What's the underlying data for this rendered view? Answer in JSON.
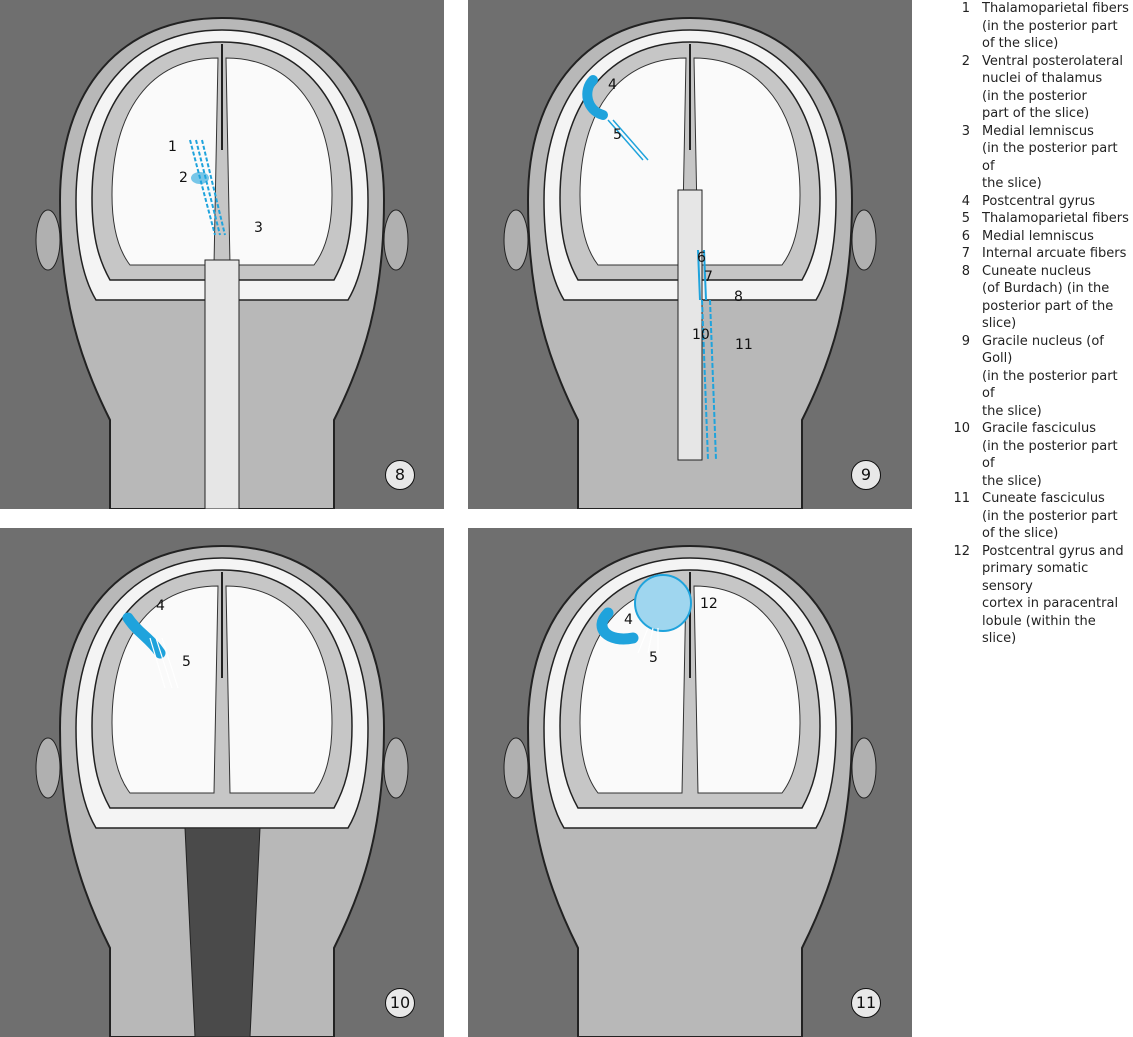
{
  "panels": [
    {
      "number": "8",
      "labels": [
        "1",
        "2",
        "3"
      ]
    },
    {
      "number": "9",
      "labels": [
        "4",
        "5",
        "6",
        "7",
        "8",
        "10",
        "11"
      ]
    },
    {
      "number": "10",
      "labels": [
        "4",
        "5"
      ]
    },
    {
      "number": "11",
      "labels": [
        "4",
        "5",
        "12"
      ]
    }
  ],
  "legend": [
    {
      "n": "1",
      "t": "Thalamoparietal fibers\n(in the posterior part\nof the slice)"
    },
    {
      "n": "2",
      "t": "Ventral posterolateral\nnuclei of thalamus\n(in the posterior\npart of the slice)"
    },
    {
      "n": "3",
      "t": "Medial lemniscus\n(in the posterior part of\nthe slice)"
    },
    {
      "n": "4",
      "t": "Postcentral gyrus"
    },
    {
      "n": "5",
      "t": "Thalamoparietal fibers"
    },
    {
      "n": "6",
      "t": "Medial lemniscus"
    },
    {
      "n": "7",
      "t": "Internal arcuate fibers"
    },
    {
      "n": "8",
      "t": "Cuneate nucleus\n(of Burdach) (in the\nposterior part of the slice)"
    },
    {
      "n": "9",
      "t": "Gracile nucleus (of Goll)\n(in the posterior part of\nthe slice)"
    },
    {
      "n": "10",
      "t": "Gracile fasciculus\n(in the posterior part of\nthe slice)"
    },
    {
      "n": "11",
      "t": "Cuneate fasciculus\n(in the posterior part\nof the slice)"
    },
    {
      "n": "12",
      "t": "Postcentral gyrus and\nprimary somatic sensory\ncortex in paracentral\nlobule (within the slice)"
    }
  ],
  "colors": {
    "background": "#6f6f6f",
    "highlight": "#1fa3dc",
    "skin": "#b5b5b5",
    "grey_matter": "#c4c4c4"
  }
}
